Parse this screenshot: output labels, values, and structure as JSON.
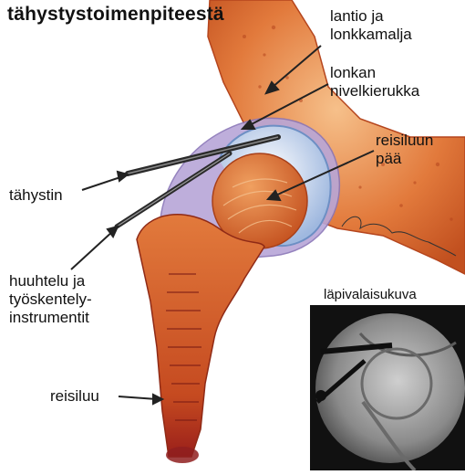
{
  "title": "tähystystoimenpiteestä",
  "labels": {
    "pelvis": "lantio ja\nlonkkamalja",
    "labrum": "lonkan\nnivelkierukka",
    "femoral_head": "reisiluun\npää",
    "scope": "tähystin",
    "instruments": "huuhtelu ja\ntyöskentely-\ninstrumentit",
    "femur": "reisiluu"
  },
  "xray": {
    "caption": "läpivalaisukuva"
  },
  "colors": {
    "bone": "#e2793c",
    "bone_light": "#f2b07a",
    "bone_dark": "#b5451d",
    "marrow": "#a8301c",
    "capsule": "#b7a7d6",
    "cartilage": "#9fc2e6",
    "instrument": "#2a2a2a",
    "xray_bg": "#111111"
  }
}
